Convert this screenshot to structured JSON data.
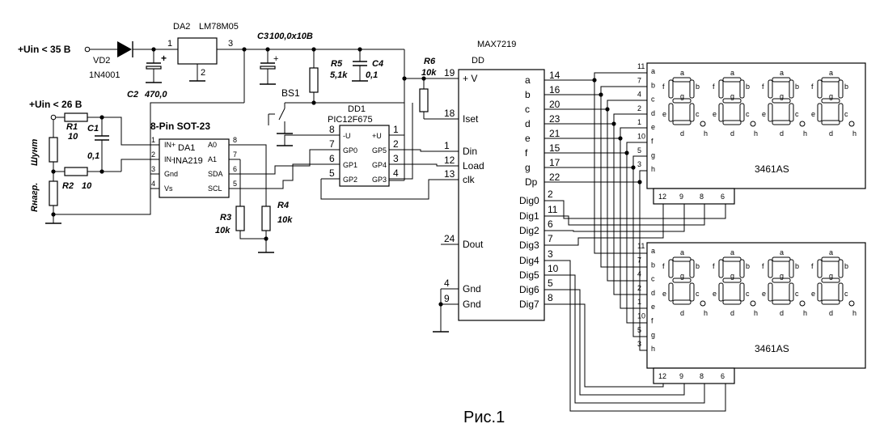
{
  "power": {
    "uin35": "+Uin < 35 В",
    "uin26": "+Uin < 26 В",
    "vd2": "VD2",
    "vd2_part": "1N4001",
    "da2": "DA2",
    "da2_part": "LM78M05",
    "pin1": "1",
    "pin2": "2",
    "pin3": "3",
    "c2": "C2",
    "c2_val": "470,0",
    "c3": "C3",
    "c3_val": "100,0x10B",
    "c4": "C4",
    "c4_val": "0,1",
    "r5": "R5",
    "r5_val": "5,1k",
    "r6": "R6",
    "r6_val": "10k",
    "bs1": "BS1",
    "plus": "+"
  },
  "sense": {
    "r1": "R1",
    "r1_val": "10",
    "r2": "R2",
    "r2_val": "10",
    "c1": "C1",
    "c1_val": "0,1",
    "shunt": "Шунт",
    "load": "Rнагр."
  },
  "da1": {
    "package": "8-Pin SOT-23",
    "name": "DA1",
    "part": "INA219",
    "left_pins": [
      {
        "num": "1",
        "name": "IN+"
      },
      {
        "num": "2",
        "name": "IN-"
      },
      {
        "num": "3",
        "name": "Gnd"
      },
      {
        "num": "4",
        "name": "Vs"
      }
    ],
    "right_pins": [
      {
        "num": "8",
        "name": "A0"
      },
      {
        "num": "7",
        "name": "A1"
      },
      {
        "num": "6",
        "name": "SDA"
      },
      {
        "num": "5",
        "name": "SCL"
      }
    ],
    "r3": "R3",
    "r3_val": "10k",
    "r4": "R4",
    "r4_val": "10k"
  },
  "dd1": {
    "name": "DD1",
    "part": "PIC12F675",
    "left_pins": [
      {
        "num": "8",
        "name": "-U"
      },
      {
        "num": "7",
        "name": "GP0"
      },
      {
        "num": "6",
        "name": "GP1"
      },
      {
        "num": "5",
        "name": "GP2"
      }
    ],
    "right_pins": [
      {
        "num": "1",
        "name": "+U"
      },
      {
        "num": "2",
        "name": "GP5"
      },
      {
        "num": "3",
        "name": "GP4"
      },
      {
        "num": "4",
        "name": "GP3"
      }
    ]
  },
  "dd": {
    "part": "MAX7219",
    "name": "DD",
    "left_pins": [
      {
        "num": "19",
        "name": "+ V"
      },
      {
        "num": "18",
        "name": "Iset"
      },
      {
        "num": "1",
        "name": "Din"
      },
      {
        "num": "12",
        "name": "Load"
      },
      {
        "num": "13",
        "name": "clk"
      },
      {
        "num": "24",
        "name": "Dout"
      },
      {
        "num": "4",
        "name": "Gnd"
      },
      {
        "num": "9",
        "name": "Gnd"
      }
    ],
    "seg_pins": [
      {
        "num": "14",
        "name": "a"
      },
      {
        "num": "16",
        "name": "b"
      },
      {
        "num": "20",
        "name": "c"
      },
      {
        "num": "23",
        "name": "d"
      },
      {
        "num": "21",
        "name": "e"
      },
      {
        "num": "15",
        "name": "f"
      },
      {
        "num": "17",
        "name": "g"
      },
      {
        "num": "22",
        "name": "Dp"
      }
    ],
    "dig_pins": [
      {
        "num": "2",
        "name": "Dig0"
      },
      {
        "num": "11",
        "name": "Dig1"
      },
      {
        "num": "6",
        "name": "Dig2"
      },
      {
        "num": "7",
        "name": "Dig3"
      },
      {
        "num": "3",
        "name": "Dig4"
      },
      {
        "num": "10",
        "name": "Dig5"
      },
      {
        "num": "5",
        "name": "Dig6"
      },
      {
        "num": "8",
        "name": "Dig7"
      }
    ]
  },
  "display": {
    "part": "3461AS",
    "seg_letters": [
      "a",
      "b",
      "c",
      "d",
      "e",
      "f",
      "g",
      "h"
    ],
    "seg_pin_nums": [
      "11",
      "7",
      "4",
      "2",
      "1",
      "10",
      "5",
      "3"
    ],
    "dig_pin_nums": [
      "12",
      "9",
      "8",
      "6"
    ],
    "digit_labels": [
      "a",
      "b",
      "c",
      "d",
      "e",
      "f",
      "g",
      "h"
    ]
  },
  "caption": "Рис.1"
}
